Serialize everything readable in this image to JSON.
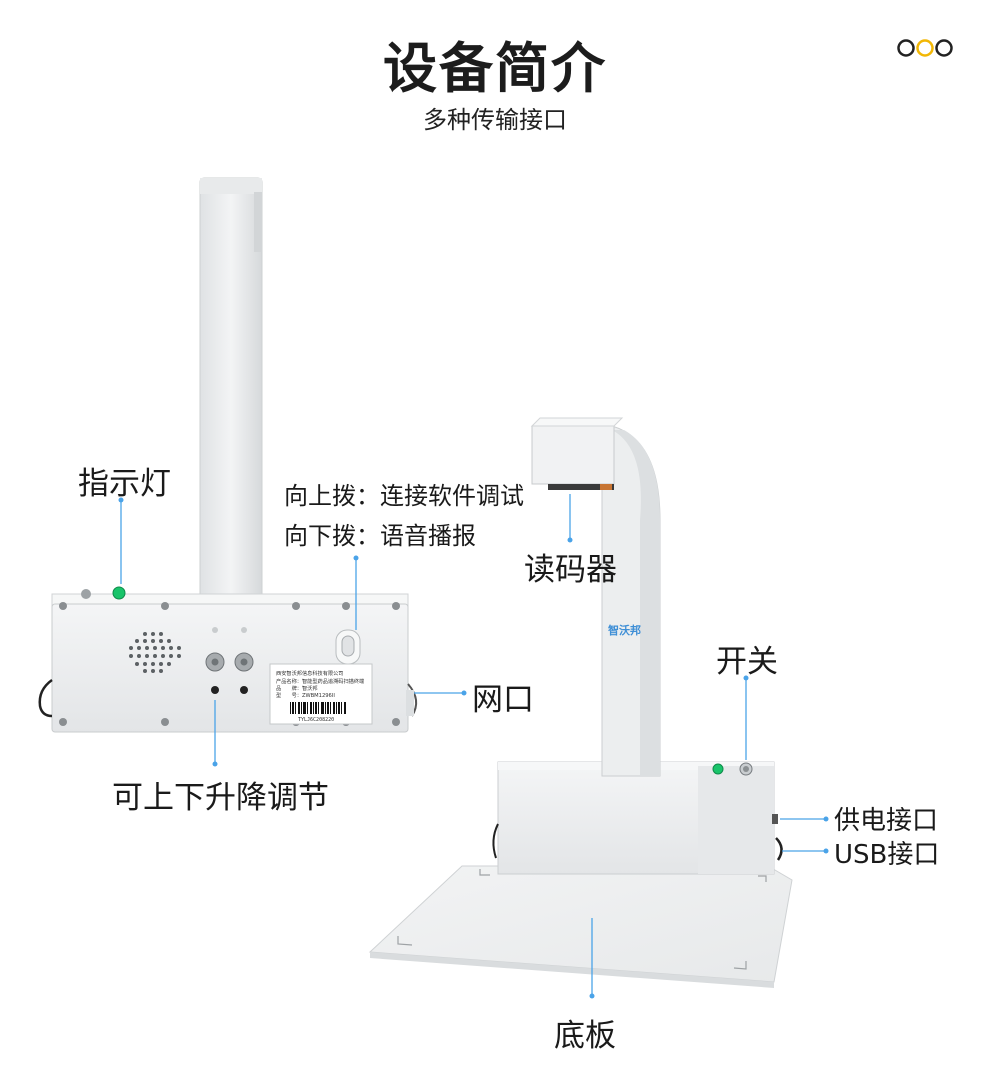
{
  "header": {
    "title": "设备简介",
    "subtitle": "多种传输接口"
  },
  "labels": {
    "indicator": "指示灯",
    "switch_up": "向上拨：连接软件调试",
    "switch_down": "向下拨：语音播报",
    "network_port": "网口",
    "height_adjust": "可上下升降调节",
    "code_reader": "读码器",
    "power_switch": "开关",
    "power_port": "供电接口",
    "usb_port": "USB接口",
    "base_plate": "底板"
  },
  "device": {
    "brand_logo": "智沃邦",
    "product_sticker": {
      "company": "西安智沃邦信息科技有限公司",
      "lines": [
        "产品名称：智能型药品追溯码扫描终端",
        "品　　牌：智沃邦",
        "型　　号：ZWBM1296II"
      ],
      "serial": "TYLJ6C208220"
    }
  },
  "colors": {
    "accent": "#4aa3e8",
    "dot_gold": "#f2b705",
    "device_white": "#eef0f1",
    "led_green": "#19c46a"
  }
}
